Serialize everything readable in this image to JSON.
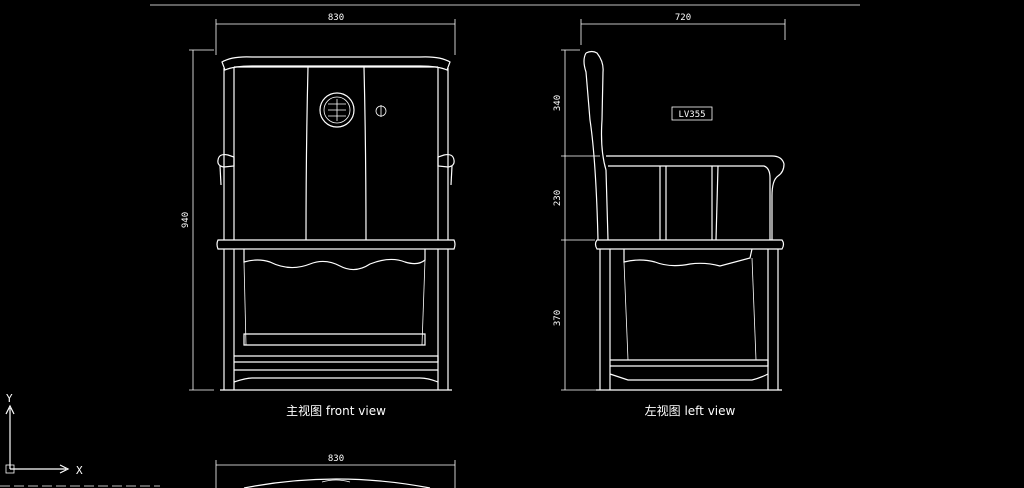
{
  "front_view": {
    "width_dim": "830",
    "height_dim": "940",
    "caption": "主视图  front view"
  },
  "left_view": {
    "width_dim": "720",
    "dim_upper": "340",
    "dim_middle": "230",
    "dim_lower": "370",
    "caption": "左视图  left view",
    "model_tag": "LV355"
  },
  "top_view": {
    "width_dim": "830"
  },
  "ucs": {
    "y_label": "Y",
    "x_label": "X"
  },
  "colors": {
    "background": "#000000",
    "linework": "#ffffff"
  }
}
